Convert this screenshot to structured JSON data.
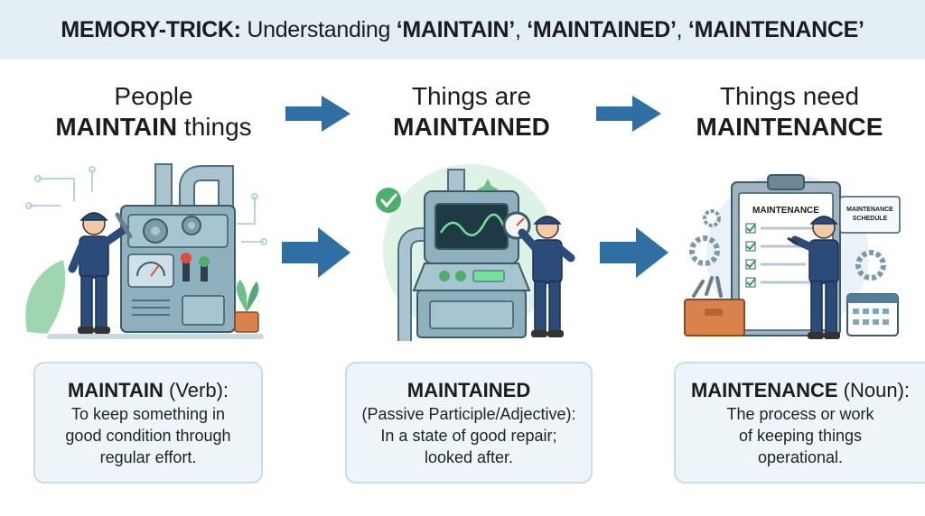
{
  "banner": {
    "prefix": "MEMORY-TRICK:",
    "middle": " Understanding ",
    "w1": "‘MAINTAIN’",
    "sep1": ", ",
    "w2": "‘MAINTAINED’",
    "sep2": ", ",
    "w3": "‘MAINTENANCE’"
  },
  "panels": [
    {
      "heading_line1": "People",
      "heading_bold": "MAINTAIN",
      "heading_rest": " things",
      "term": "MAINTAIN",
      "pos": " (Verb):",
      "desc_lines": [
        "To keep something in",
        "good condition through",
        "regular effort."
      ]
    },
    {
      "heading_line1": "Things are",
      "heading_bold": "MAINTAINED",
      "heading_rest": "",
      "term": "MAINTAINED",
      "pos": "",
      "desc_lines": [
        "(Passive Participle/Adjective):",
        "In a state of good repair;",
        "looked after."
      ]
    },
    {
      "heading_line1": "Things need",
      "heading_bold": "MAINTENANCE",
      "heading_rest": "",
      "term": "MAINTENANCE",
      "pos": " (Noun):",
      "desc_lines": [
        "The process or work",
        "of keeping things",
        "operational."
      ]
    }
  ],
  "clipboard": {
    "title": "MAINTENANCE",
    "schedule_line1": "MAINTENANCE",
    "schedule_line2": "SCHEDULE"
  },
  "colors": {
    "arrow": "#2f6fa3",
    "banner_bg": "#e4eff5",
    "card_bg": "#eef5f9",
    "card_border": "#c7dde8",
    "machine": "#8fb0bf",
    "worker": "#2b4b7a"
  }
}
